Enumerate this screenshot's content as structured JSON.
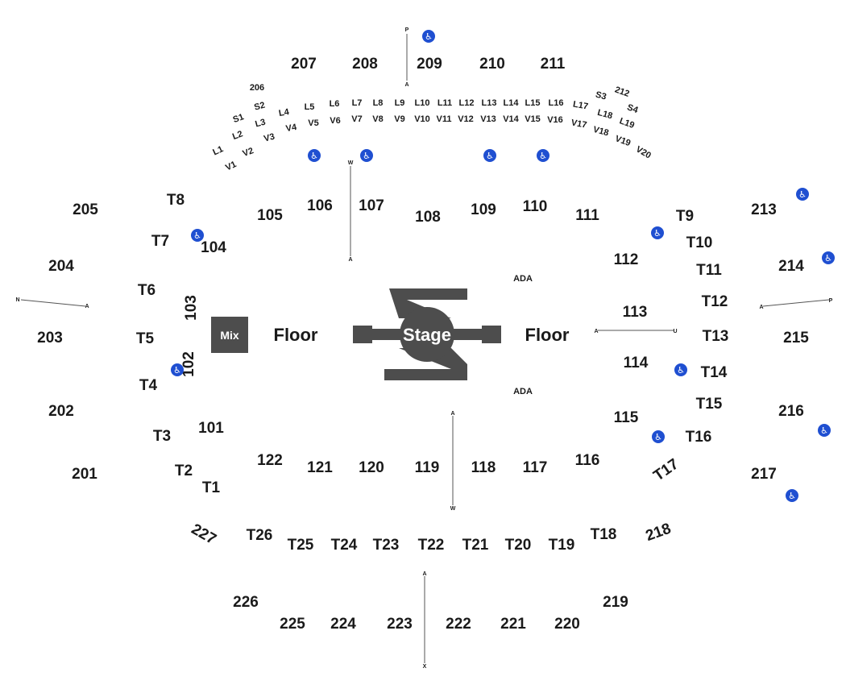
{
  "sections_200": [
    "201",
    "202",
    "203",
    "204",
    "205",
    "206",
    "207",
    "208",
    "209",
    "210",
    "211",
    "212",
    "213",
    "214",
    "215",
    "216",
    "217",
    "218",
    "219",
    "220",
    "221",
    "222",
    "223",
    "224",
    "225",
    "226",
    "227"
  ],
  "sections_100": [
    "101",
    "102",
    "103",
    "104",
    "105",
    "106",
    "107",
    "108",
    "109",
    "110",
    "111",
    "112",
    "113",
    "114",
    "115",
    "116",
    "117",
    "118",
    "119",
    "120",
    "121",
    "122"
  ],
  "tables": [
    "T1",
    "T2",
    "T3",
    "T4",
    "T5",
    "T6",
    "T7",
    "T8",
    "T9",
    "T10",
    "T11",
    "T12",
    "T13",
    "T14",
    "T15",
    "T16",
    "T17",
    "T18",
    "T19",
    "T20",
    "T21",
    "T22",
    "T23",
    "T24",
    "T25",
    "T26"
  ],
  "loge_l": [
    "L1",
    "L2",
    "L3",
    "L4",
    "L5",
    "L6",
    "L7",
    "L8",
    "L9",
    "L10",
    "L11",
    "L12",
    "L13",
    "L14",
    "L15",
    "L16",
    "L17",
    "L18",
    "L19"
  ],
  "loge_v": [
    "V1",
    "V2",
    "V3",
    "V4",
    "V5",
    "V6",
    "V7",
    "V8",
    "V9",
    "V10",
    "V11",
    "V12",
    "V13",
    "V14",
    "V15",
    "V16",
    "V17",
    "V18",
    "V19",
    "V20"
  ],
  "suites": [
    "S1",
    "S2",
    "S3",
    "S4"
  ],
  "floor_label": "Floor",
  "stage_label": "Stage",
  "mix_label": "Mix",
  "ada_label": "ADA",
  "aisle_labels": [
    "P",
    "A",
    "W",
    "A",
    "N",
    "A",
    "A",
    "P",
    "A",
    "U",
    "A",
    "W",
    "A",
    "X"
  ],
  "accessible_icon": "wheelchair-icon",
  "colors": {
    "stage": "#4d4d4d",
    "mix": "#4d4d4d",
    "accessible": "#1f4fd1",
    "text": "#1a1a1a"
  }
}
